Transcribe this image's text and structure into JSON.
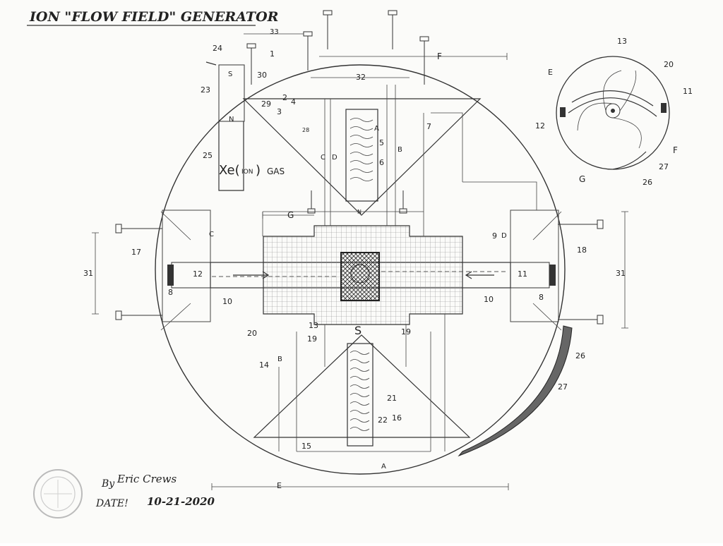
{
  "title": "ION \"FLOW FIELD\" GENERATOR",
  "signature": {
    "by_label": "By",
    "name": "Eric Crews",
    "date_label": "DATE!",
    "date": "10-21-2020"
  },
  "gas_label": {
    "xe": "Xe(",
    "ion": "ION",
    "close": ")",
    "gas": "GAS"
  },
  "magnets": {
    "south": "S",
    "north": "N"
  },
  "dimension_labels": {
    "E": "E",
    "F": "F",
    "G": "G",
    "dim31": "31",
    "dim32": "32",
    "dim33": "33"
  },
  "letter_labels": {
    "A": "A",
    "B": "B",
    "C": "C",
    "D": "D"
  },
  "numbers": {
    "n1": "1",
    "n2": "2",
    "n3": "3",
    "n4": "4",
    "n5": "5",
    "n6": "6",
    "n7": "7",
    "n8": "8",
    "n9": "9",
    "n10": "10",
    "n11": "11",
    "n12": "12",
    "n13": "13",
    "n14": "14",
    "n15": "15",
    "n16": "16",
    "n17": "17",
    "n18": "18",
    "n19": "19",
    "n20": "20",
    "n21": "21",
    "n22": "22",
    "n23": "23",
    "n24": "24",
    "n25": "25",
    "n26": "26",
    "n27": "27",
    "n28": "28",
    "n29": "29",
    "n30": "30"
  },
  "inset_labels": {
    "n13": "13",
    "n20": "20",
    "n11": "11",
    "n12": "12",
    "E": "E",
    "F": "F",
    "G": "G",
    "n26": "26",
    "n27": "27"
  },
  "colors": {
    "ink": "#333333",
    "paper": "#fbfbf9",
    "hatch": "#888888",
    "core": "#555555"
  }
}
